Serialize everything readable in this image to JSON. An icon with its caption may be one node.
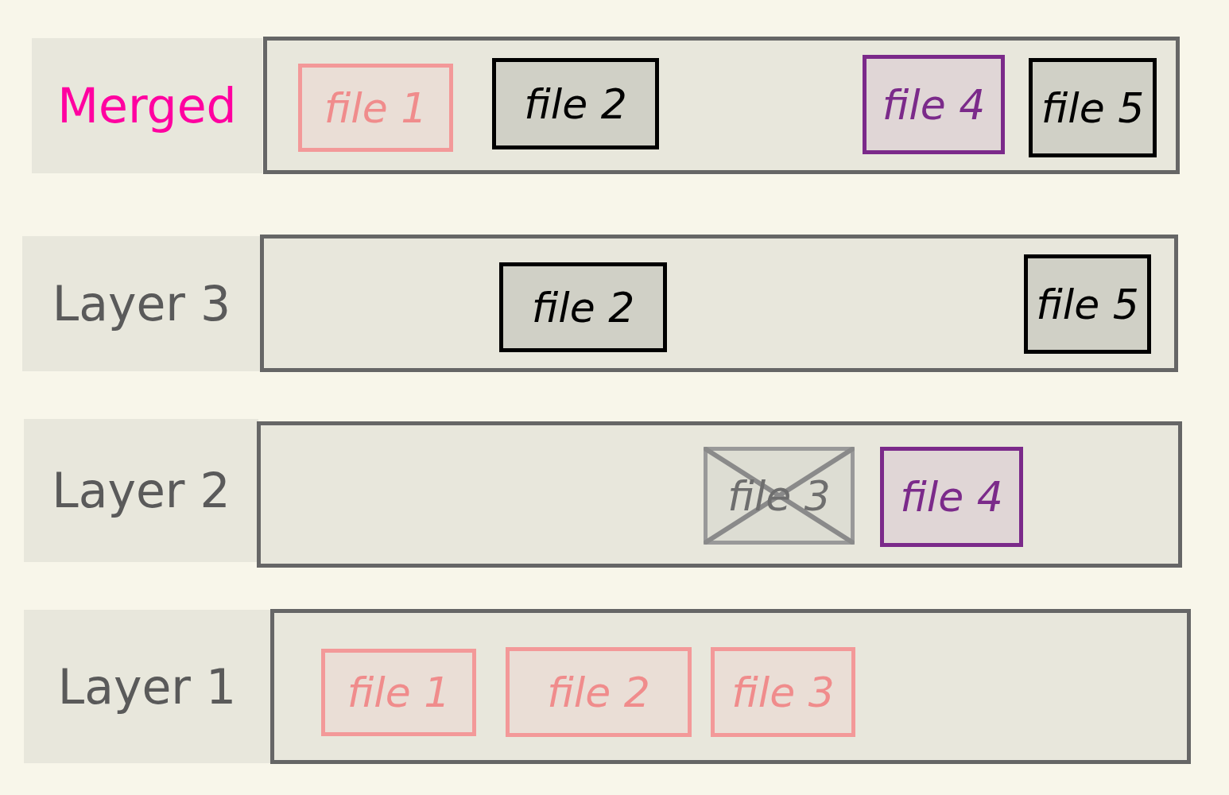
{
  "diagram": {
    "nodes": [
      {
        "text": [
          "Merged"
        ]
      },
      {
        "text": [],
        "shape": "box"
      },
      {
        "text": [
          "file 1"
        ],
        "in": 1
      },
      {
        "text": [
          "file 2"
        ],
        "in": 1
      },
      {
        "text": [
          "file 4"
        ],
        "in": 1
      },
      {
        "text": [
          "file 5"
        ],
        "in": 1
      },
      {
        "text": [
          "Layer 3"
        ]
      },
      {
        "text": [],
        "shape": "box"
      },
      {
        "text": [
          "file 2"
        ],
        "in": 7
      },
      {
        "text": [
          "file 5"
        ],
        "in": 7
      },
      {
        "text": [
          "Layer 2"
        ]
      },
      {
        "text": [],
        "shape": "box"
      },
      {
        "text": [
          "file 3"
        ],
        "in": 11
      },
      {
        "text": [
          "file 4"
        ],
        "in": 11
      },
      {
        "text": [
          "Layer 1"
        ]
      },
      {
        "text": [],
        "shape": "box"
      },
      {
        "text": [
          "file 1"
        ],
        "in": 15
      },
      {
        "text": [
          "file 2"
        ],
        "in": 15
      },
      {
        "text": [
          "file 3"
        ],
        "in": 15
      }
    ],
    "edges": []
  }
}
